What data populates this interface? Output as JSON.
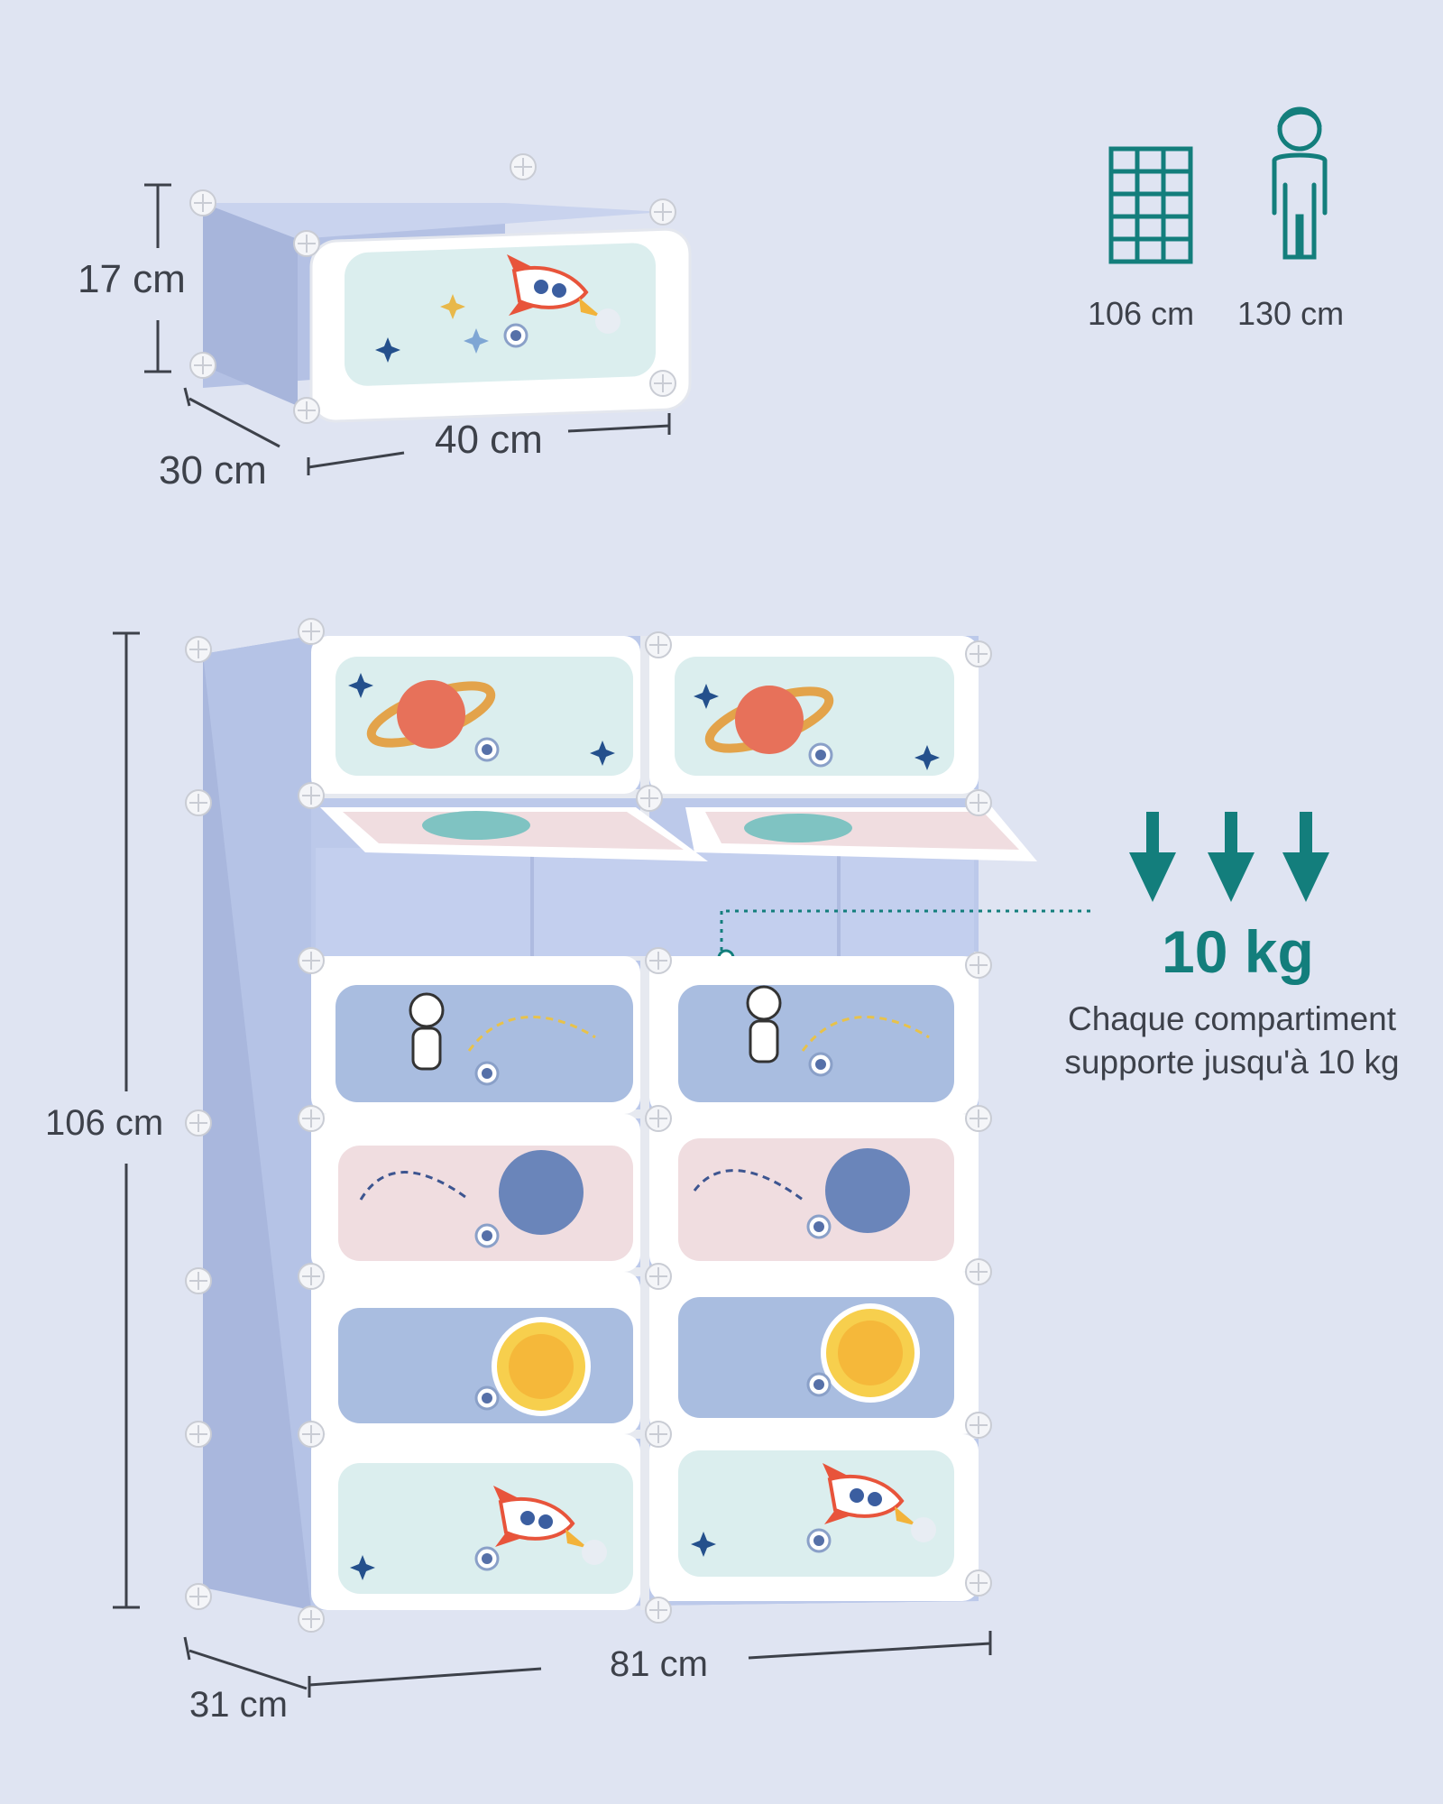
{
  "dimensions": {
    "cube_height": "17 cm",
    "cube_depth": "30 cm",
    "cube_width": "40 cm",
    "cabinet_height": "106 cm",
    "cabinet_depth": "31 cm",
    "cabinet_width": "81 cm"
  },
  "comparison": {
    "cabinet_label": "106 cm",
    "child_label": "130 cm",
    "cabinet_icon": "shelf-grid-icon",
    "child_icon": "child-icon"
  },
  "load": {
    "value": "10 kg",
    "caption_line1": "Chaque compartiment",
    "caption_line2": "supporte jusqu'à 10 kg",
    "arrow_icon": "down-arrow-icon"
  },
  "colors": {
    "background": "#dfe4f2",
    "frame_blue": "#aebce0",
    "accent_teal": "#137e7c",
    "door_mint": "#dbeeee",
    "door_pink": "#f0dde0",
    "door_blue": "#a9bde0"
  },
  "door_themes": [
    "saturn",
    "planet-open",
    "astronaut",
    "planet",
    "sun",
    "rocket"
  ]
}
